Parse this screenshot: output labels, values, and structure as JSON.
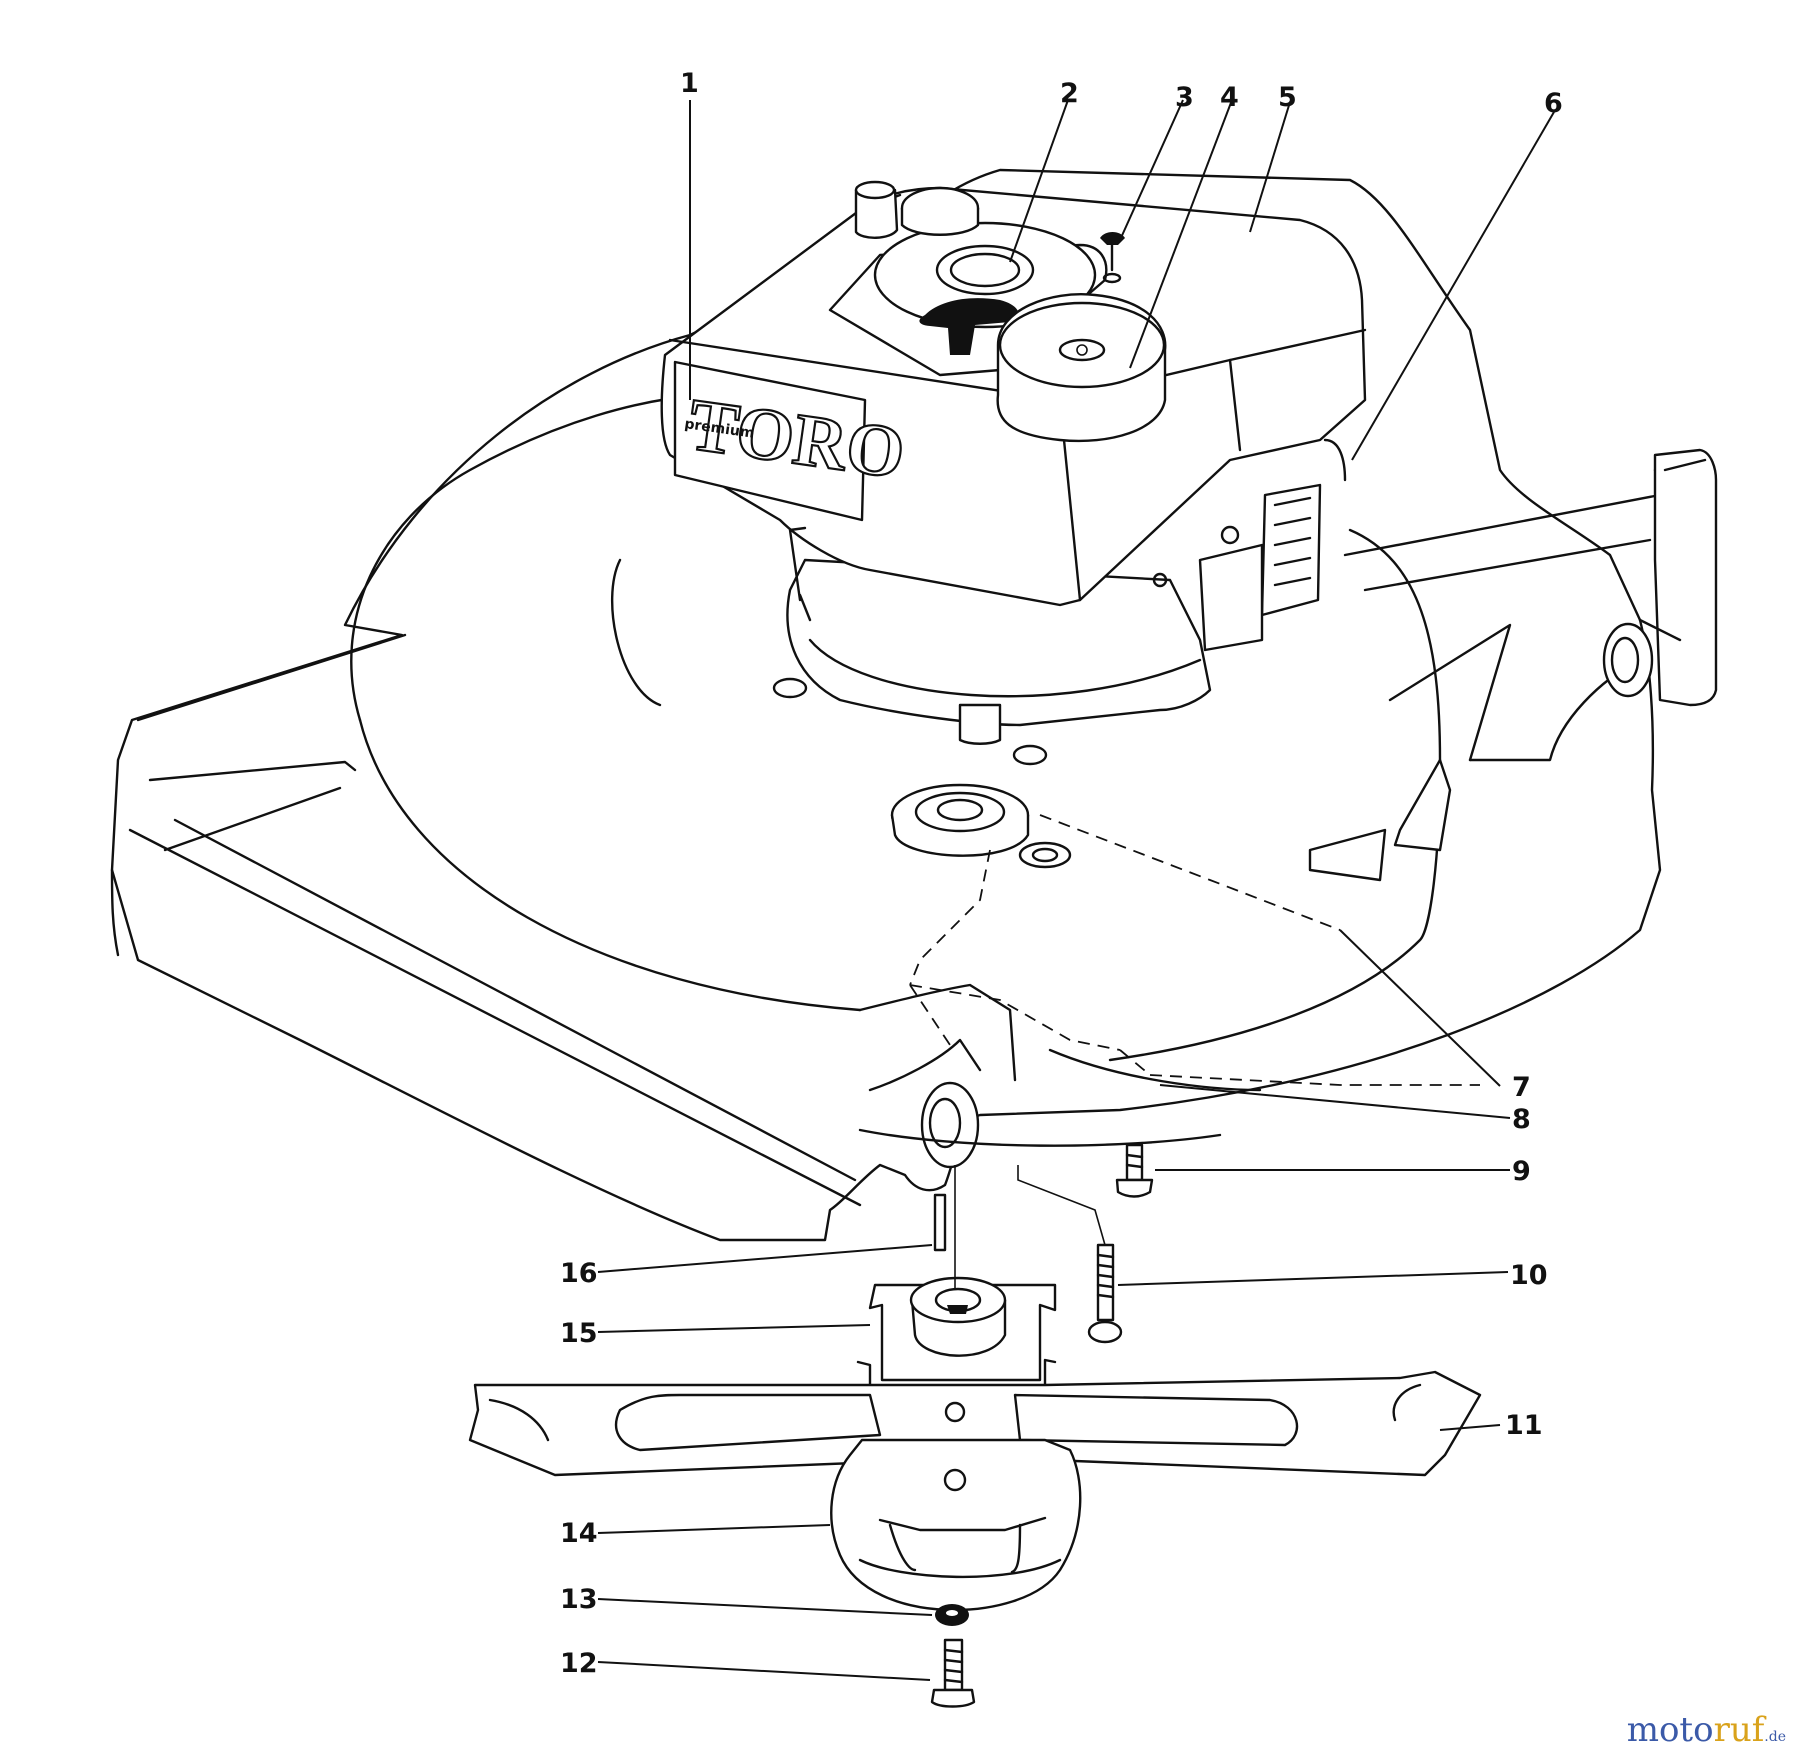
{
  "brand": {
    "logo": "TORO",
    "sub": "premium"
  },
  "callouts": [
    "1",
    "2",
    "3",
    "4",
    "5",
    "6",
    "7",
    "8",
    "9",
    "10",
    "11",
    "12",
    "13",
    "14",
    "15",
    "16"
  ],
  "watermark": {
    "part1": "moto",
    "part2": "ruf",
    "part3": ".de"
  }
}
